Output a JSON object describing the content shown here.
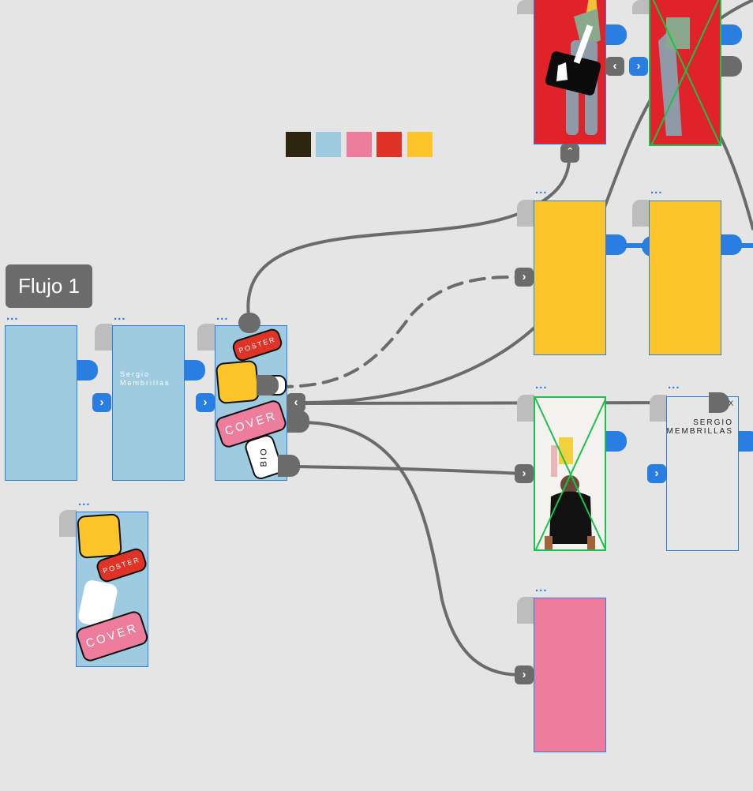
{
  "flow": {
    "label": "Flujo 1"
  },
  "frame_menu": "...",
  "palette": {
    "swatches": [
      "#2e2510",
      "#9ecbe0",
      "#ee7d9d",
      "#e03327",
      "#fdc52a"
    ]
  },
  "colors": {
    "wire": "#6b6b6b",
    "selection": "#2a7de1",
    "placeholder": "#19c24a",
    "light_blue": "#9ecbe0",
    "yellow": "#fdc52a",
    "pink": "#ee7d9d",
    "red": "#e03327"
  },
  "frames": {
    "bio": {
      "name": "Sergio Membrillas"
    },
    "menu": {
      "poster_label": "POSTER",
      "cover_label": "COVER",
      "bio_label": "BIO"
    },
    "component": {
      "poster_label": "POSTER",
      "cover_label": "COVER"
    },
    "bio_text": {
      "name_line1": "SERGIO",
      "name_line2": "MEMBRILLAS",
      "close": "X"
    }
  }
}
